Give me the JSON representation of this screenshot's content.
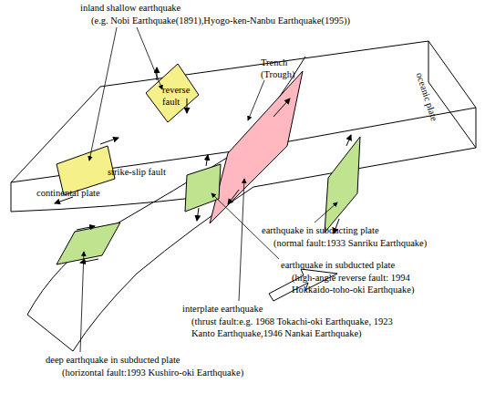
{
  "diagram": {
    "labels": [
      "inland shallow earthquake",
      "(e.g. Nobi Earthquake(1891),Hyogo-ken-Nanbu Earthquake(1995))",
      "reverse fault",
      "Trench (Trough)",
      "strike-slip fault",
      "continental plate",
      "oceanic plate",
      "earthquake in subducting plate",
      "(normal fault:1933 Sanriku Earthquake)",
      "earthquake in subducted plate",
      "(high-angle reverse fault: 1994 Hokkaido-toho-oki Earthquake)",
      "interplate earthquake",
      "(thrust fault:e.g. 1968 Tokachi-oki Earthquake, 1923 Kanto Earthquake,1946 Nankai Earthquake)",
      "deep earthquake in subducted plate",
      "(horizontal fault:1993 Kushiro-oki Earthquake)"
    ]
  }
}
